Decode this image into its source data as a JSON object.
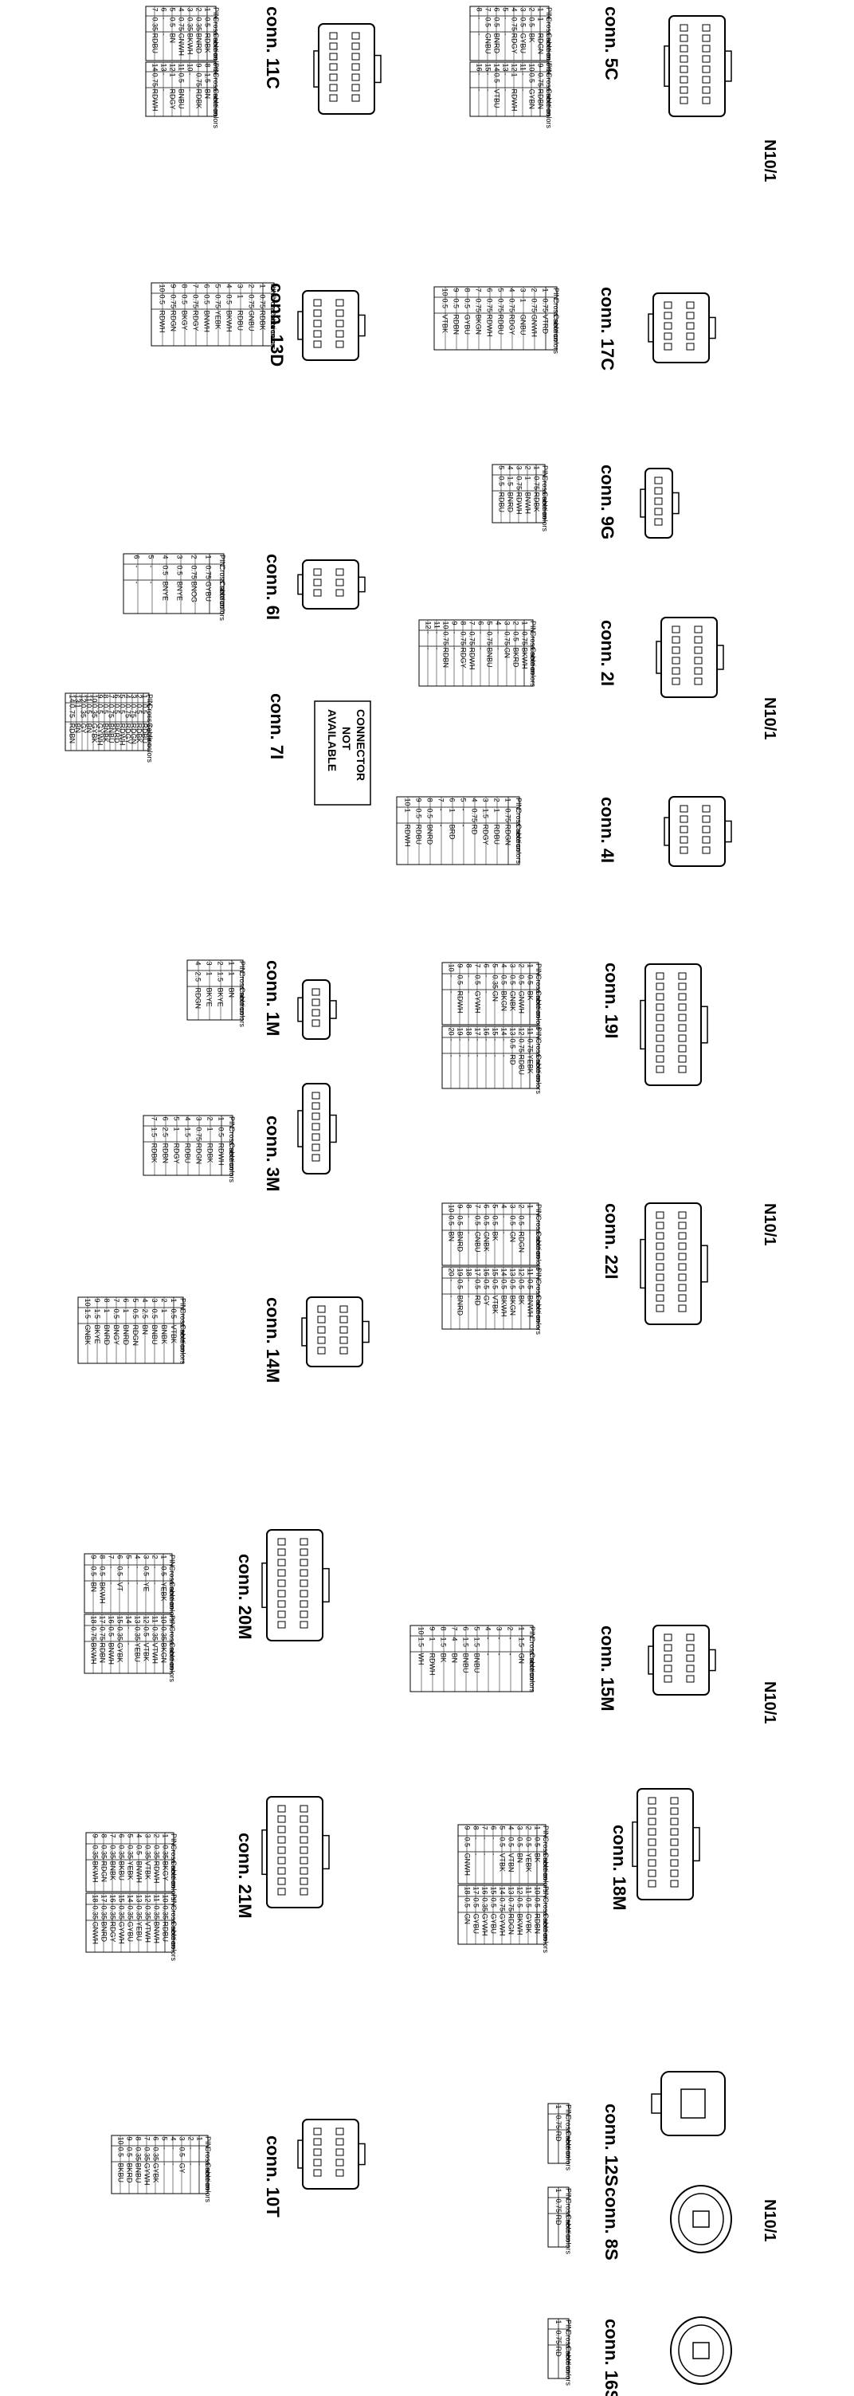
{
  "page": {
    "labels_n10": [
      "N10/1",
      "N10/1",
      "N10/1",
      "N10/1",
      "N10/1"
    ],
    "not_available": [
      "CONNECTOR",
      "NOT",
      "AVAILABLE"
    ]
  },
  "header": [
    "PIN",
    "Cross section",
    "Cable colors"
  ],
  "connectors": [
    {
      "id": "5C",
      "title": "conn. 5C",
      "shape": "c16",
      "split": true,
      "rows": [
        [
          "1",
          "1",
          "RDGN"
        ],
        [
          "2",
          "0.5",
          "BK"
        ],
        [
          "3",
          "0.5",
          "GYBU"
        ],
        [
          "4",
          "0.75",
          "RDGY"
        ],
        [
          "5",
          "-",
          "-"
        ],
        [
          "6",
          "0.5",
          "BNRD"
        ],
        [
          "7",
          "0.5",
          "GNBU"
        ],
        [
          "8",
          "-",
          "-"
        ],
        [
          "9",
          "0.75",
          "RDBN"
        ],
        [
          "10",
          "0.5",
          "GYBN"
        ],
        [
          "11",
          "-",
          "-"
        ],
        [
          "12",
          "1",
          "RDWH"
        ],
        [
          "13",
          "-",
          "-"
        ],
        [
          "14",
          "0.5",
          "VTBU"
        ],
        [
          "15",
          "-",
          "-"
        ],
        [
          "16",
          "-",
          "-"
        ]
      ]
    },
    {
      "id": "11C",
      "title": "conn. 11C",
      "shape": "c14",
      "split": true,
      "rows": [
        [
          "1",
          "0.5",
          "RDBK"
        ],
        [
          "2",
          "0.35",
          "BNRD"
        ],
        [
          "3",
          "0.35",
          "BKWH"
        ],
        [
          "4",
          "0.75",
          "GNWH"
        ],
        [
          "5",
          "0.5",
          "BN"
        ],
        [
          "6",
          "-",
          "-"
        ],
        [
          "7",
          "0.35",
          "RDBU"
        ],
        [
          "8",
          "1.5",
          "BN"
        ],
        [
          "9",
          "0.75",
          "RDBK"
        ],
        [
          "10",
          "-",
          "-"
        ],
        [
          "11",
          "0.5",
          "BNBU"
        ],
        [
          "12",
          "1",
          "RDGY"
        ],
        [
          "13",
          "-",
          "-"
        ],
        [
          "14",
          "0.75",
          "RDWH"
        ]
      ]
    },
    {
      "id": "17C",
      "title": "conn. 17C",
      "shape": "c10",
      "split": false,
      "rows": [
        [
          "1",
          "0.75",
          "VTRD"
        ],
        [
          "2",
          "0.75",
          "GNWH"
        ],
        [
          "3",
          "1",
          "GNBU"
        ],
        [
          "4",
          "0.75",
          "RDGY"
        ],
        [
          "5",
          "0.75",
          "RDBU"
        ],
        [
          "6",
          "0.75",
          "RDWH"
        ],
        [
          "7",
          "0.75",
          "BKGN"
        ],
        [
          "8",
          "0.5",
          "GYBU"
        ],
        [
          "9",
          "0.5",
          "RDBN"
        ],
        [
          "10",
          "0.5",
          "VTBK"
        ]
      ]
    },
    {
      "id": "13D",
      "title": "conn. 13D",
      "shape": "c10s",
      "split": false,
      "rows": [
        [
          "1",
          "0.75",
          "RDBK"
        ],
        [
          "2",
          "0.75",
          "GNBU"
        ],
        [
          "3",
          "1",
          "RDBU"
        ],
        [
          "4",
          "0.5",
          "BKWH"
        ],
        [
          "5",
          "0.75",
          "YEBK"
        ],
        [
          "6",
          "0.5",
          "BNWH"
        ],
        [
          "7",
          "0.75",
          "RDGY"
        ],
        [
          "8",
          "0.5",
          "BKGY"
        ],
        [
          "9",
          "0.75",
          "RDGN"
        ],
        [
          "10",
          "0.5",
          "RDWH"
        ]
      ]
    },
    {
      "id": "9G",
      "title": "conn. 9G",
      "shape": "c5",
      "split": false,
      "rows": [
        [
          "1",
          "0.75",
          "RDBK"
        ],
        [
          "2",
          "1",
          "BNWH"
        ],
        [
          "3",
          "0.75",
          "RDWH"
        ],
        [
          "4",
          "1.5",
          "BNRD"
        ],
        [
          "5",
          "0.5",
          "RDBU"
        ]
      ]
    },
    {
      "id": "2I",
      "title": "conn. 2I",
      "shape": "c12",
      "split": false,
      "rows": [
        [
          "1",
          "0.75",
          "BKWH"
        ],
        [
          "2",
          "0.5",
          "BKRD"
        ],
        [
          "3",
          "0.75",
          "GN"
        ],
        [
          "4",
          "-",
          "-"
        ],
        [
          "5",
          "0.75",
          "BNBU"
        ],
        [
          "6",
          "-",
          "-"
        ],
        [
          "7",
          "0.75",
          "RDWH"
        ],
        [
          "8",
          "0.75",
          "RDGY"
        ],
        [
          "9",
          "-",
          "-"
        ],
        [
          "10",
          "0.75",
          "RDBN"
        ],
        [
          "11",
          "-",
          "-"
        ],
        [
          "12",
          "-",
          "-"
        ]
      ]
    },
    {
      "id": "6I",
      "title": "conn. 6I",
      "shape": "c6",
      "split": false,
      "rows": [
        [
          "1",
          "0.75",
          "GYBU"
        ],
        [
          "2",
          "0.75",
          "BNOG"
        ],
        [
          "3",
          "0.5",
          "BNYE"
        ],
        [
          "4",
          "0.5",
          "BNYE"
        ],
        [
          "5",
          "-",
          "-"
        ],
        [
          "6",
          "-",
          "-"
        ]
      ]
    },
    {
      "id": "7I",
      "title": "conn. 7I",
      "shape": "none",
      "split": false,
      "rows": [
        [
          "1",
          "0.5",
          "RDBU"
        ],
        [
          "2",
          "0.5",
          "RDBK"
        ],
        [
          "3",
          "0.75",
          "RDGN"
        ],
        [
          "4",
          "0.75",
          "RDGY"
        ],
        [
          "5",
          "0.5",
          "RDWH"
        ],
        [
          "6",
          "0.5",
          "BKRD"
        ],
        [
          "7",
          "0.75",
          "BNBU"
        ],
        [
          "8",
          "0.5",
          "BNBK"
        ],
        [
          "9",
          "0.5",
          "GYWH"
        ],
        [
          "10",
          "0.35",
          "GYBK"
        ],
        [
          "11",
          "0.5",
          "BN"
        ],
        [
          "12",
          "0.35",
          "GY"
        ],
        [
          "13",
          "1",
          "BN"
        ],
        [
          "14",
          "0.75",
          "RDBN"
        ]
      ]
    },
    {
      "id": "4I",
      "title": "conn. 4I",
      "shape": "c10",
      "split": false,
      "rows": [
        [
          "1",
          "0.75",
          "RDGN"
        ],
        [
          "2",
          "1",
          "RDBU"
        ],
        [
          "3",
          "1.5",
          "RDGY"
        ],
        [
          "4",
          "0.75",
          "RD"
        ],
        [
          "5",
          "-",
          "-"
        ],
        [
          "6",
          "1",
          "BRD"
        ],
        [
          "7",
          "-",
          "-"
        ],
        [
          "8",
          "0.5",
          "BNRD"
        ],
        [
          "9",
          "0.5",
          "RDBU"
        ],
        [
          "10",
          "1",
          "RDWH"
        ]
      ]
    },
    {
      "id": "19I",
      "title": "conn. 19I",
      "shape": "c20",
      "split": true,
      "rows": [
        [
          "1",
          "0.5",
          "BK"
        ],
        [
          "2",
          "0.5",
          "GNWH"
        ],
        [
          "3",
          "0.5",
          "GNBK"
        ],
        [
          "4",
          "0.5",
          "BKGN"
        ],
        [
          "5",
          "0.35",
          "GN"
        ],
        [
          "6",
          "-",
          "-"
        ],
        [
          "7",
          "0.5",
          "GYWH"
        ],
        [
          "8",
          "-",
          "-"
        ],
        [
          "9",
          "0.5",
          "RDWH"
        ],
        [
          "10",
          "-",
          "-"
        ],
        [
          "11",
          "0.75",
          "YEBK"
        ],
        [
          "12",
          "0.75",
          "RDBU"
        ],
        [
          "13",
          "0.5",
          "RD"
        ],
        [
          "14",
          "-",
          "-"
        ],
        [
          "15",
          "-",
          "-"
        ],
        [
          "16",
          "-",
          "-"
        ],
        [
          "17",
          "-",
          "-"
        ],
        [
          "18",
          "-",
          "-"
        ],
        [
          "19",
          "-",
          "-"
        ],
        [
          "20",
          "-",
          "-"
        ]
      ]
    },
    {
      "id": "22I",
      "title": "conn. 22I",
      "shape": "c20",
      "split": true,
      "rows": [
        [
          "1",
          "-",
          "-"
        ],
        [
          "2",
          "0.5",
          "RDGN"
        ],
        [
          "3",
          "0.5",
          "GN"
        ],
        [
          "4",
          "-",
          "-"
        ],
        [
          "5",
          "0.5",
          "BK"
        ],
        [
          "6",
          "0.5",
          "GNBK"
        ],
        [
          "7",
          "0.5",
          "GNBU"
        ],
        [
          "8",
          "-",
          "-"
        ],
        [
          "9",
          "0.5",
          "BNRD"
        ],
        [
          "10",
          "0.5",
          "BN"
        ],
        [
          "11",
          "0.5",
          "BNWH"
        ],
        [
          "12",
          "0.5",
          "BK"
        ],
        [
          "13",
          "0.5",
          "BKGN"
        ],
        [
          "14",
          "0.5",
          "BKWH"
        ],
        [
          "15",
          "0.5",
          "VTBK"
        ],
        [
          "16",
          "0.5",
          "GY"
        ],
        [
          "17",
          "0.5",
          "RD"
        ],
        [
          "18",
          "-",
          "-"
        ],
        [
          "19",
          "0.5",
          "BNRD"
        ],
        [
          "20",
          "-",
          "-"
        ]
      ]
    },
    {
      "id": "1M",
      "title": "conn. 1M",
      "shape": "c4",
      "split": false,
      "rows": [
        [
          "1",
          "1",
          "BN"
        ],
        [
          "2",
          "1.5",
          "BKYE"
        ],
        [
          "3",
          "1",
          "BKYE"
        ],
        [
          "4",
          "2.5",
          "RDGN"
        ]
      ]
    },
    {
      "id": "3M",
      "title": "conn. 3M",
      "shape": "c7",
      "split": false,
      "rows": [
        [
          "1",
          "0.5",
          "RDWH"
        ],
        [
          "2",
          "1",
          "RDBK"
        ],
        [
          "3",
          "0.75",
          "RDGN"
        ],
        [
          "4",
          "1.5",
          "RDBU"
        ],
        [
          "5",
          "1",
          "RDGY"
        ],
        [
          "6",
          "2.5",
          "RDBN"
        ],
        [
          "7",
          "1.5",
          "RDBK"
        ]
      ]
    },
    {
      "id": "14M",
      "title": "conn. 14M",
      "shape": "c10",
      "split": false,
      "rows": [
        [
          "1",
          "0.5",
          "VTBK"
        ],
        [
          "2",
          "1",
          "BNBK"
        ],
        [
          "3",
          "0.5",
          "BNBU"
        ],
        [
          "4",
          "2.5",
          "BN"
        ],
        [
          "5",
          "0.5",
          "RDGN"
        ],
        [
          "6",
          "1",
          "BNRD"
        ],
        [
          "7",
          "0.5",
          "BNGY"
        ],
        [
          "8",
          "1",
          "BNRD"
        ],
        [
          "9",
          "1.5",
          "BKYE"
        ],
        [
          "10",
          "1.5",
          "GNBK"
        ]
      ]
    },
    {
      "id": "15M",
      "title": "conn. 15M",
      "shape": "c10",
      "split": false,
      "rows": [
        [
          "1",
          "1.5",
          "GN"
        ],
        [
          "2",
          "-",
          "-"
        ],
        [
          "3",
          "-",
          "-"
        ],
        [
          "4",
          "-",
          "-"
        ],
        [
          "5",
          "1.5",
          "BNBU"
        ],
        [
          "6",
          "1.5",
          "BNBU"
        ],
        [
          "7",
          "4",
          "BN"
        ],
        [
          "8",
          "1.5",
          "BK"
        ],
        [
          "9",
          "1",
          "RDWH"
        ],
        [
          "10",
          "1.5",
          "WH"
        ]
      ]
    },
    {
      "id": "20M",
      "title": "conn. 20M",
      "shape": "c18",
      "split": true,
      "rows": [
        [
          "1",
          "0.5",
          "YEBK"
        ],
        [
          "2",
          "-",
          "-"
        ],
        [
          "3",
          "0.5",
          "YE"
        ],
        [
          "4",
          "-",
          "-"
        ],
        [
          "5",
          "-",
          "-"
        ],
        [
          "6",
          "0.5",
          "VT"
        ],
        [
          "7",
          "-",
          "-"
        ],
        [
          "8",
          "0.5",
          "BKWH"
        ],
        [
          "9",
          "0.5",
          "BN"
        ],
        [
          "10",
          "0.35",
          "BKGN"
        ],
        [
          "11",
          "0.35",
          "VTWH"
        ],
        [
          "12",
          "0.5",
          "VTBK"
        ],
        [
          "13",
          "0.35",
          "YEBU"
        ],
        [
          "14",
          "-",
          "-"
        ],
        [
          "15",
          "0.35",
          "GYBK"
        ],
        [
          "16",
          "0.5",
          "BNWH"
        ],
        [
          "17",
          "0.75",
          "RDBN"
        ],
        [
          "18",
          "0.75",
          "BKWH"
        ]
      ]
    },
    {
      "id": "18M",
      "title": "conn. 18M",
      "shape": "c18",
      "split": true,
      "rows": [
        [
          "1",
          "0.5",
          "BK"
        ],
        [
          "2",
          "0.5",
          "YEBK"
        ],
        [
          "3",
          "0.5",
          "BN"
        ],
        [
          "4",
          "0.5",
          "VTBN"
        ],
        [
          "5",
          "0.5",
          "VTBK"
        ],
        [
          "6",
          "-",
          "-"
        ],
        [
          "7",
          "-",
          "-"
        ],
        [
          "8",
          "-",
          "-"
        ],
        [
          "9",
          "0.5",
          "GNWH"
        ],
        [
          "10",
          "0.5",
          "RDBN"
        ],
        [
          "11",
          "0.5",
          "GYBK"
        ],
        [
          "12",
          "0.5",
          "BKWH"
        ],
        [
          "13",
          "0.75",
          "RDGN"
        ],
        [
          "14",
          "0.75",
          "GYWH"
        ],
        [
          "15",
          "0.5",
          "GYBU"
        ],
        [
          "16",
          "0.35",
          "GYWH"
        ],
        [
          "17",
          "0.5",
          "GYBU"
        ],
        [
          "18",
          "0.5",
          "GN"
        ]
      ]
    },
    {
      "id": "21M",
      "title": "conn. 21M",
      "shape": "c18",
      "split": true,
      "rows": [
        [
          "1",
          "0.35",
          "BKGY"
        ],
        [
          "2",
          "0.35",
          "RDWH"
        ],
        [
          "3",
          "0.35",
          "VTBK"
        ],
        [
          "4",
          "0.5",
          "BNWH"
        ],
        [
          "5",
          "0.35",
          "YEBK"
        ],
        [
          "6",
          "0.35",
          "BKBU"
        ],
        [
          "7",
          "0.35",
          "BNBK"
        ],
        [
          "8",
          "0.35",
          "RDGN"
        ],
        [
          "9",
          "0.35",
          "BKWH"
        ],
        [
          "10",
          "0.35",
          "RDBU"
        ],
        [
          "11",
          "0.35",
          "BNWH"
        ],
        [
          "12",
          "0.35",
          "VTWH"
        ],
        [
          "13",
          "0.35",
          "YEBU"
        ],
        [
          "14",
          "0.35",
          "GYBU"
        ],
        [
          "15",
          "0.35",
          "GYWH"
        ],
        [
          "16",
          "0.35",
          "RDGY"
        ],
        [
          "17",
          "0.35",
          "BNRD"
        ],
        [
          "18",
          "0.35",
          "GNWH"
        ]
      ]
    },
    {
      "id": "12S",
      "title": "conn. 12S",
      "shape": "c1",
      "split": false,
      "rows": [
        [
          "1",
          "0.75",
          "RD"
        ]
      ]
    },
    {
      "id": "8S",
      "title": "conn. 8S",
      "shape": "round",
      "split": false,
      "rows": [
        [
          "1",
          "0.75",
          "RD"
        ]
      ]
    },
    {
      "id": "16S",
      "title": "conn. 16S",
      "shape": "round",
      "split": false,
      "rows": [
        [
          "1",
          "0.75",
          "RD"
        ]
      ]
    },
    {
      "id": "10T",
      "title": "conn. 10T",
      "shape": "c10",
      "split": false,
      "rows": [
        [
          "1",
          "-",
          "-"
        ],
        [
          "2",
          "-",
          "-"
        ],
        [
          "3",
          "0.5",
          "GY"
        ],
        [
          "4",
          "-",
          "-"
        ],
        [
          "5",
          "-",
          "-"
        ],
        [
          "6",
          "0.35",
          "GYBK"
        ],
        [
          "7",
          "0.35",
          "GYWH"
        ],
        [
          "8",
          "0.35",
          "BNBU"
        ],
        [
          "9",
          "0.5",
          "BKRD"
        ],
        [
          "10",
          "0.5",
          "BKBU"
        ]
      ]
    }
  ]
}
